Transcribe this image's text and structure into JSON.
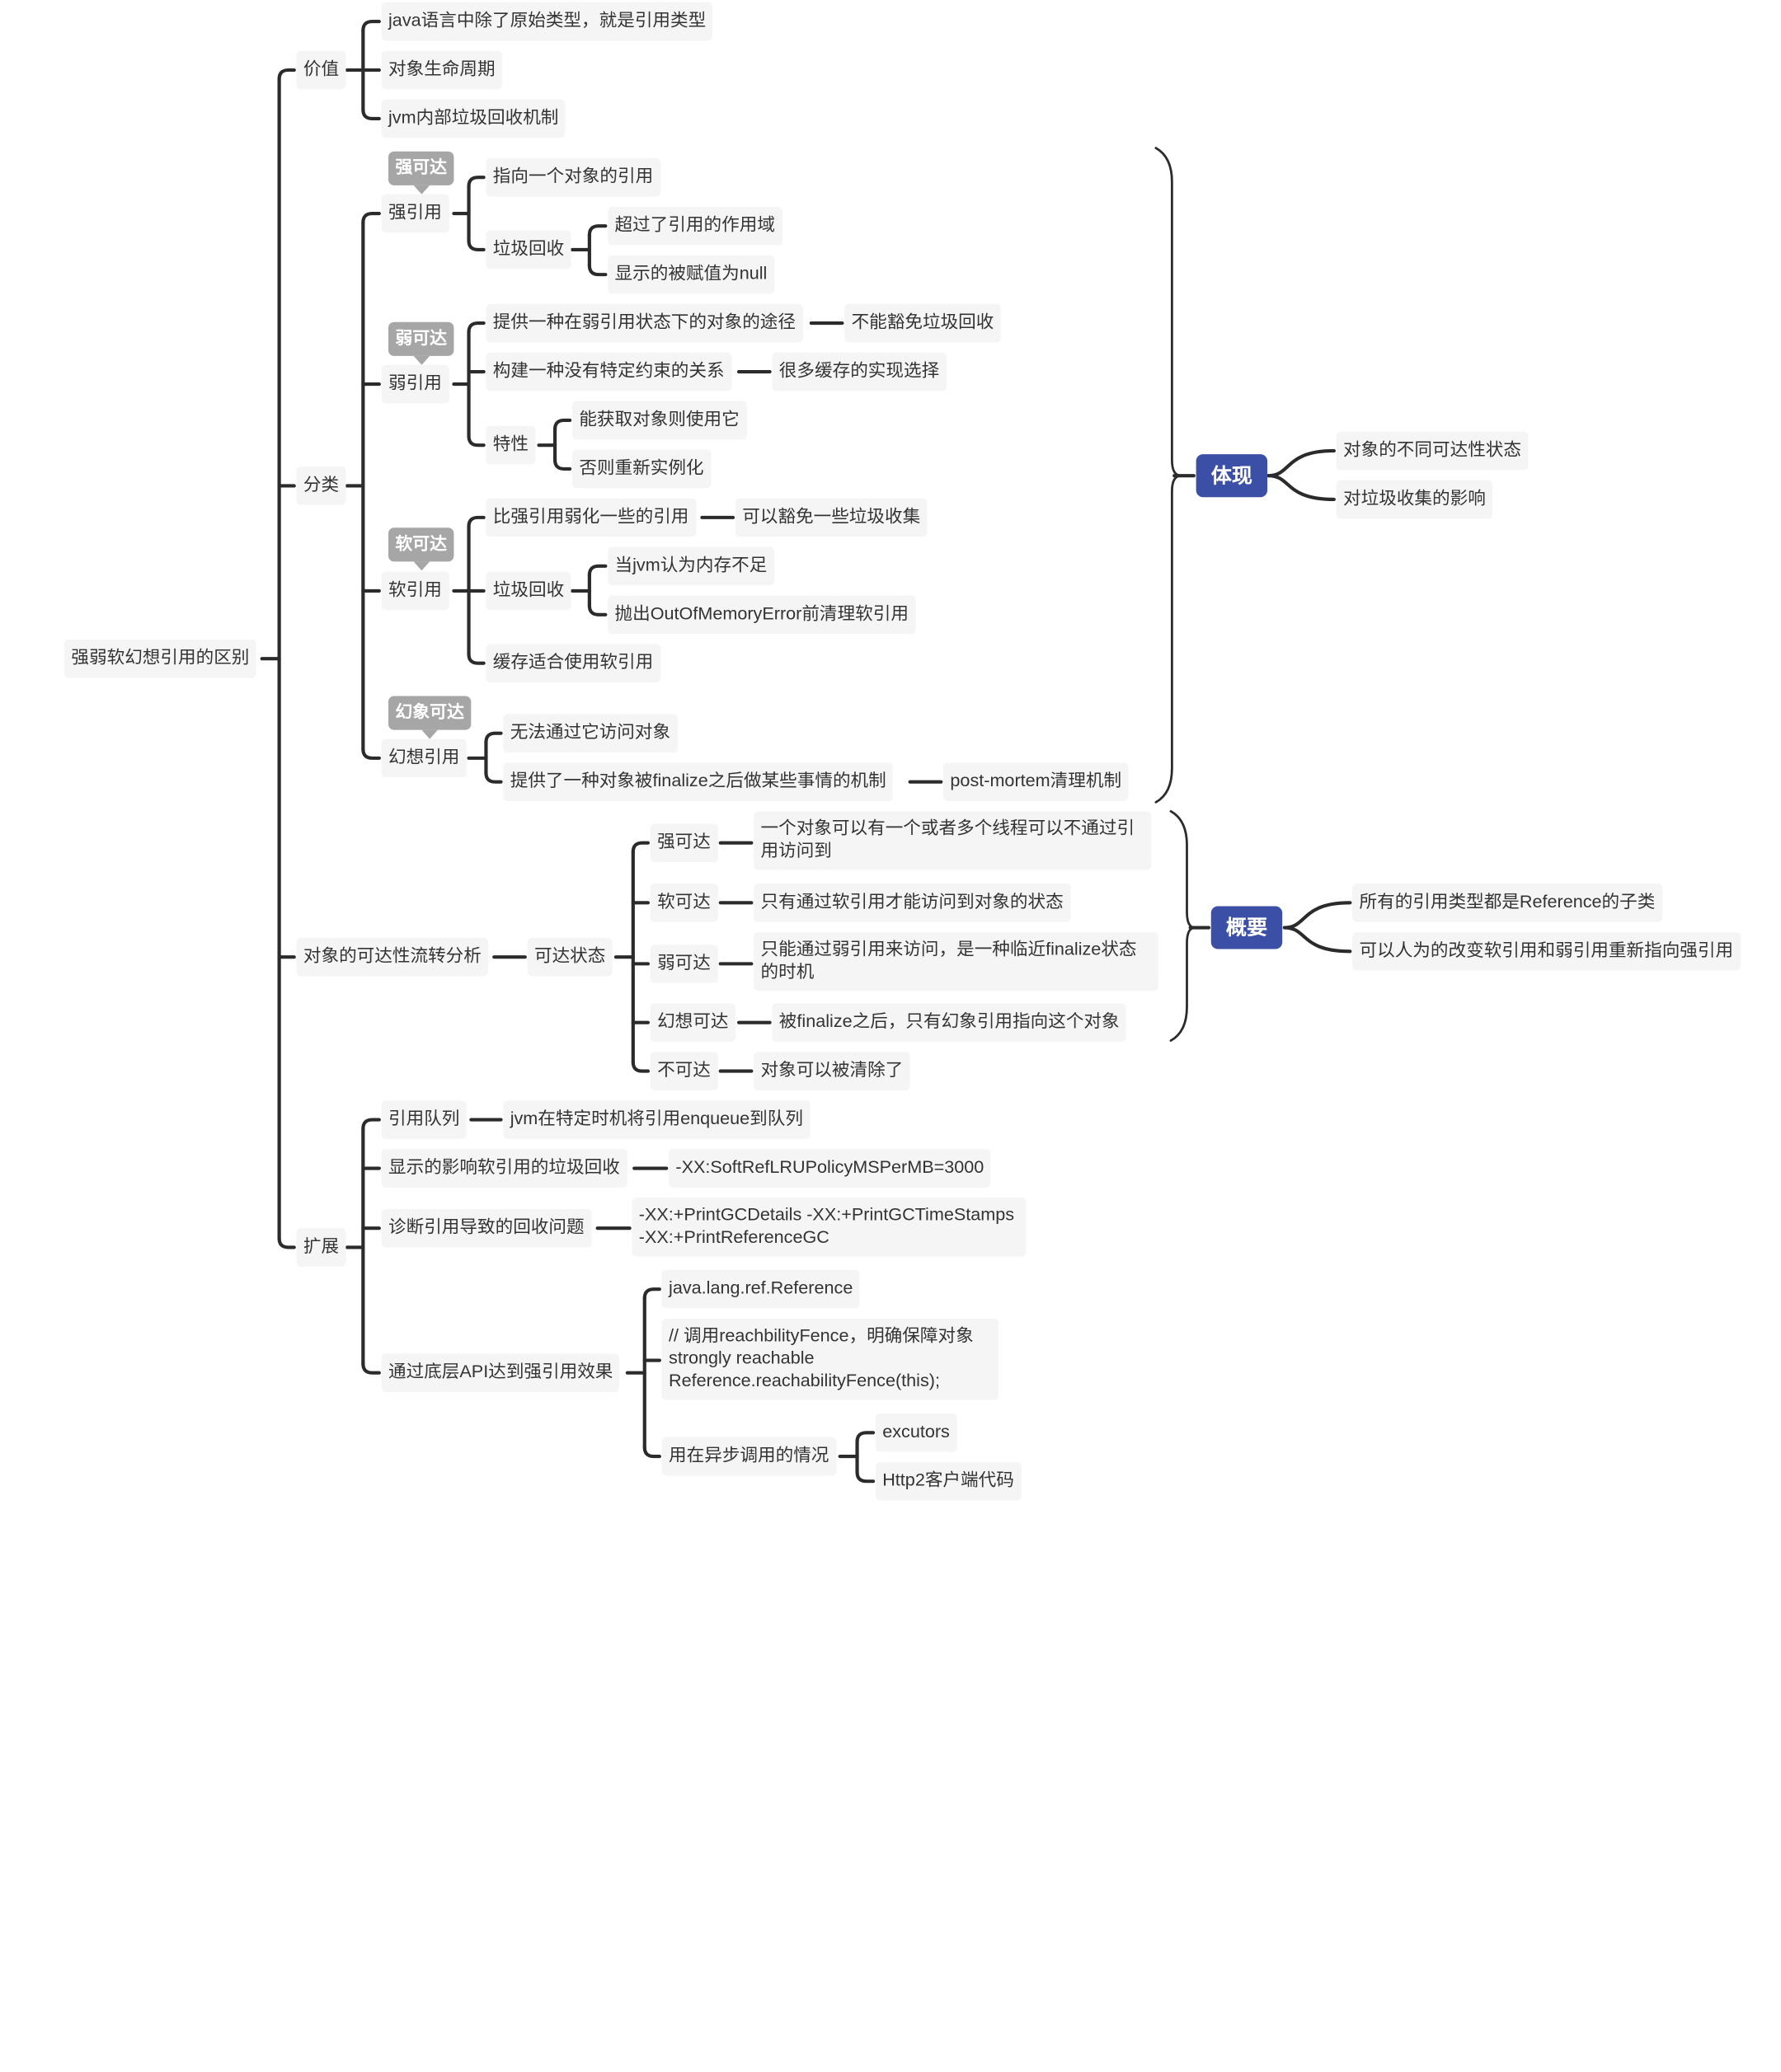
{
  "map": {
    "root": "强弱软幻想引用的区别",
    "value": {
      "label": "价值",
      "items": [
        "java语言中除了原始类型，就是引用类型",
        "对象生命周期",
        "jvm内部垃圾回收机制"
      ]
    },
    "category": {
      "label": "分类",
      "strong": {
        "label": "强引用",
        "tag": "强可达",
        "point": "指向一个对象的引用",
        "gc": "垃圾回收",
        "gc_items": [
          "超过了引用的作用域",
          "显示的被赋值为null"
        ]
      },
      "weak": {
        "label": "弱引用",
        "tag": "弱可达",
        "p1": "提供一种在弱引用状态下的对象的途径",
        "p1_detail": "不能豁免垃圾回收",
        "p2": "构建一种没有特定约束的关系",
        "p2_detail": "很多缓存的实现选择",
        "trait": "特性",
        "trait_items": [
          "能获取对象则使用它",
          "否则重新实例化"
        ]
      },
      "soft": {
        "label": "软引用",
        "tag": "软可达",
        "p1": "比强引用弱化一些的引用",
        "p1_detail": "可以豁免一些垃圾收集",
        "gc": "垃圾回收",
        "gc_items": [
          "当jvm认为内存不足",
          "抛出OutOfMemoryError前清理软引用"
        ],
        "p3": "缓存适合使用软引用"
      },
      "phantom": {
        "label": "幻想引用",
        "tag": "幻象可达",
        "p1": "无法通过它访问对象",
        "p2": "提供了一种对象被finalize之后做某些事情的机制",
        "p2_detail": "post-mortem清理机制"
      }
    },
    "reach": {
      "label": "对象的可达性流转分析",
      "state": "可达状态",
      "items": [
        {
          "k": "强可达",
          "v": "一个对象可以有一个或者多个线程可以不通过引用访问到"
        },
        {
          "k": "软可达",
          "v": "只有通过软引用才能访问到对象的状态"
        },
        {
          "k": "弱可达",
          "v": "只能通过弱引用来访问，是一种临近finalize状态的时机"
        },
        {
          "k": "幻想可达",
          "v": "被finalize之后，只有幻象引用指向这个对象"
        },
        {
          "k": "不可达",
          "v": "对象可以被清除了"
        }
      ]
    },
    "ext": {
      "label": "扩展",
      "queue": "引用队列",
      "queue_detail": "jvm在特定时机将引用enqueue到队列",
      "show": "显示的影响软引用的垃圾回收",
      "show_detail": "-XX:SoftRefLRUPolicyMSPerMB=3000",
      "diag": "诊断引用导致的回收问题",
      "diag_detail": "-XX:+PrintGCDetails -XX:+PrintGCTimeStamps -XX:+PrintReferenceGC",
      "api": "通过底层API达到强引用效果",
      "api_items": [
        "java.lang.ref.Reference",
        "// 调用reachbilityFence，明确保障对象strongly reachable Reference.reachabilityFence(this);"
      ],
      "async": "用在异步调用的情况",
      "async_items": [
        "excutors",
        "Http2客户端代码"
      ]
    },
    "summary": {
      "label": "体现",
      "items": [
        "对象的不同可达性状态",
        "对垃圾收集的影响"
      ]
    },
    "overview": {
      "label": "概要",
      "items": [
        "所有的引用类型都是Reference的子类",
        "可以人为的改变软引用和弱引用重新指向强引用"
      ]
    }
  },
  "colors": {
    "line": "#2b2b2b",
    "node_bg": "#f5f5f5",
    "key_bg": "#3c4fa6",
    "tag_bg": "#a6a6a6"
  }
}
